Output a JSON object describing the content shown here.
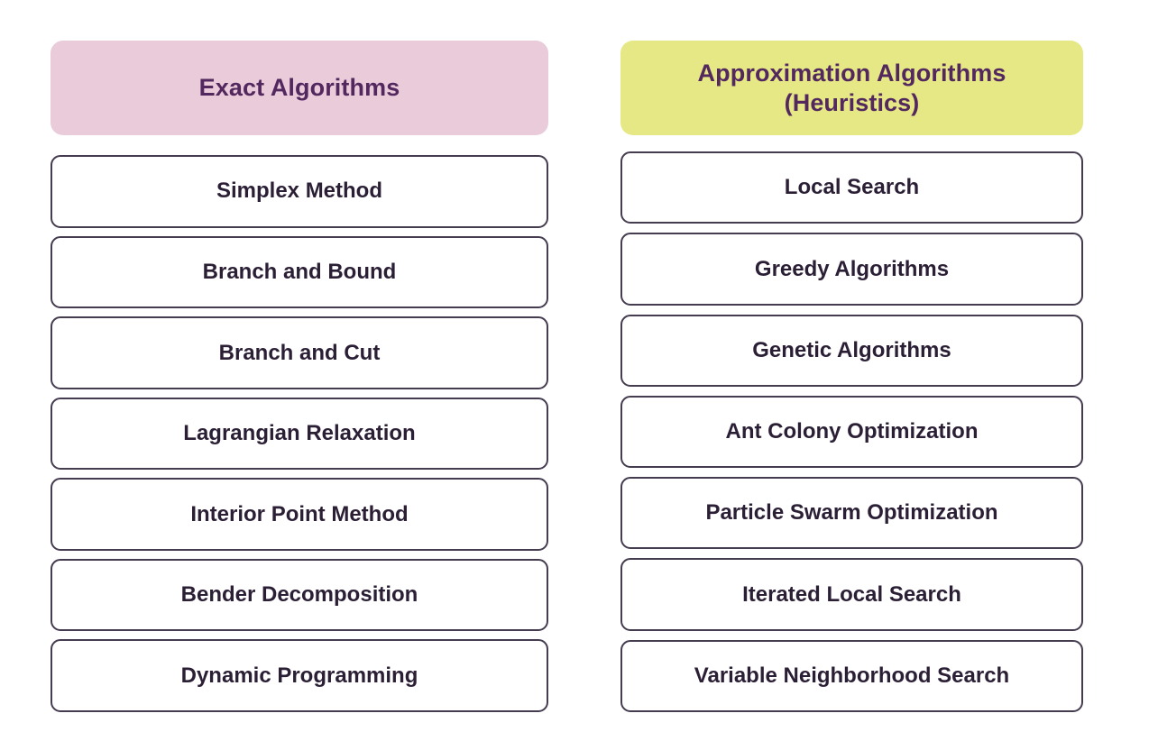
{
  "background_color": "#ffffff",
  "columns": [
    {
      "id": "exact-algorithms",
      "header": {
        "lines": [
          "Exact Algorithms"
        ],
        "background_color": "#e9cbda",
        "text_color": "#53285f"
      },
      "items": [
        "Simplex Method",
        "Branch and Bound",
        "Branch and Cut",
        "Lagrangian Relaxation",
        "Interior Point Method",
        "Bender Decomposition",
        "Dynamic Programming"
      ]
    },
    {
      "id": "approximation-algorithms",
      "header": {
        "lines": [
          "Approximation Algorithms",
          "(Heuristics)"
        ],
        "background_color": "#e5e884",
        "text_color": "#53285f"
      },
      "items": [
        "Local Search",
        "Greedy Algorithms",
        "Genetic Algorithms",
        "Ant Colony Optimization",
        "Particle Swarm Optimization",
        "Iterated Local Search",
        "Variable Neighborhood Search"
      ]
    }
  ],
  "item_style": {
    "border_color": "#463c50",
    "text_color": "#2b1f35",
    "background_color": "#ffffff"
  }
}
